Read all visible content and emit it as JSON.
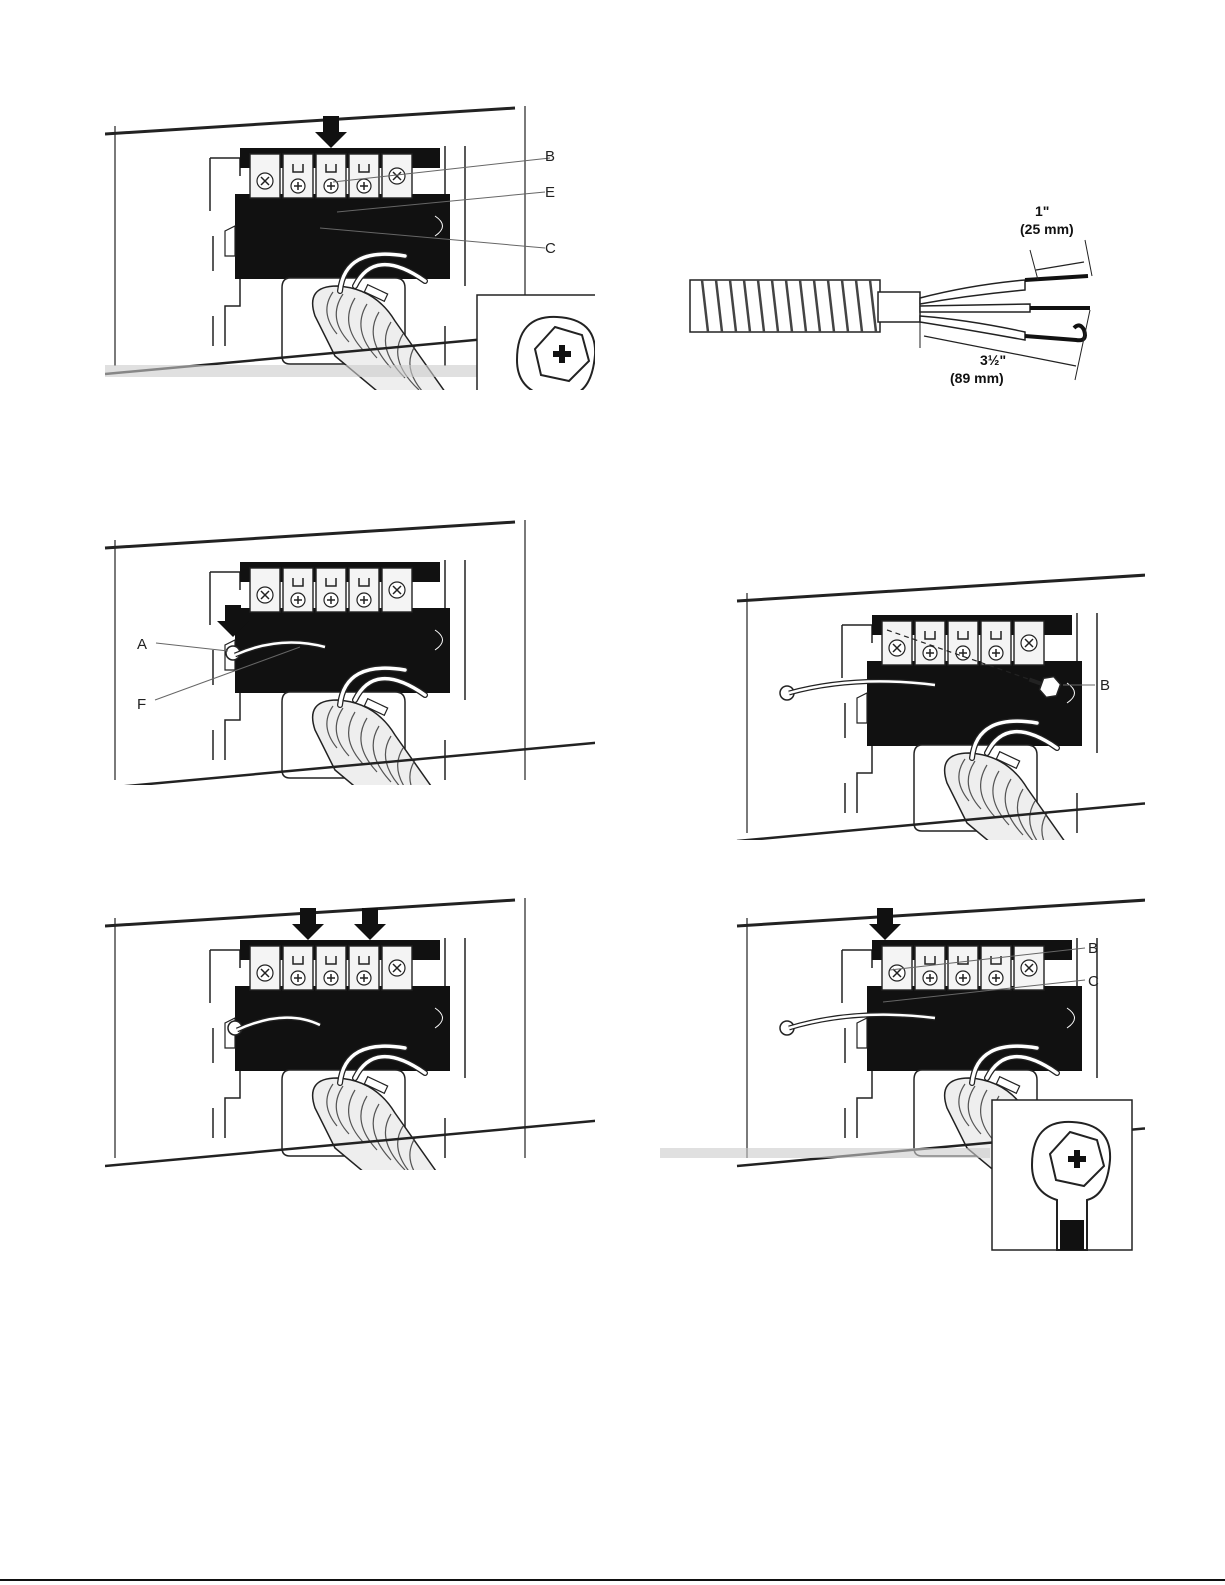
{
  "figures": {
    "fig1": {
      "labels": {
        "b": "B",
        "e": "E",
        "c": "C"
      }
    },
    "fig2": {
      "dim_tip": "1\"",
      "dim_tip_mm": "(25 mm)",
      "dim_strip": "3½\"",
      "dim_strip_mm": "(89 mm)"
    },
    "fig3": {
      "labels": {
        "a": "A",
        "f": "F"
      }
    },
    "fig4": {
      "labels": {
        "b": "B"
      }
    },
    "fig5": {
      "labels": {}
    },
    "fig6": {
      "labels": {
        "b": "B",
        "c": "C"
      }
    }
  }
}
